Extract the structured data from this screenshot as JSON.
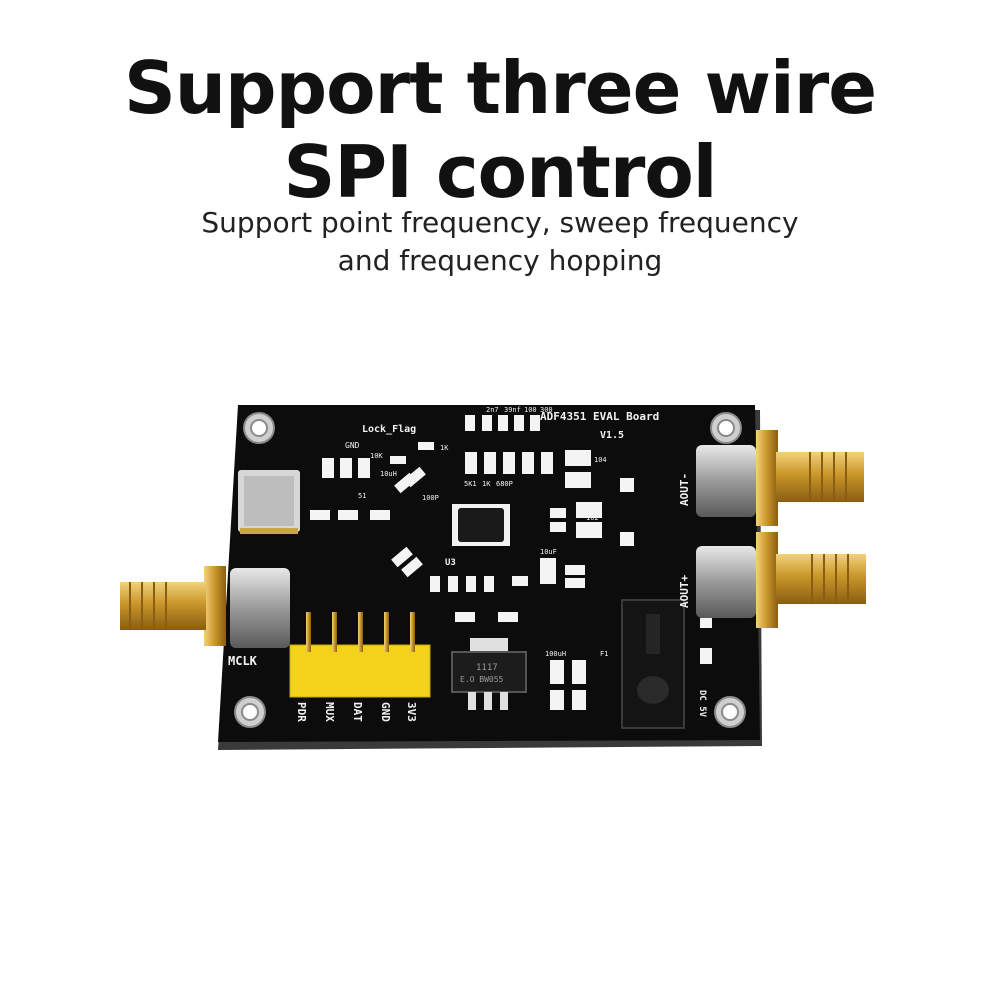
{
  "headline": {
    "line1": "Support three wire",
    "line2": "SPI control"
  },
  "subheadline": {
    "line1": "Support point frequency, sweep frequency",
    "line2": "and frequency hopping"
  },
  "board": {
    "name": "ADF4351 EVAL Board",
    "version": "V1.5",
    "lock_flag_label": "Lock_Flag",
    "gnd_label": "GND",
    "chip_label": "U3",
    "regulator_marking_1": "1117",
    "regulator_marking_2": "E.O BW055",
    "aout_minus_label": "AOUT-",
    "aout_plus_label": "AOUT+",
    "mclk_label": "MCLK",
    "dc_label": "DC 5V",
    "pin_labels": [
      "PDR",
      "MUX",
      "DAT",
      "GND",
      "3V3"
    ],
    "component_labels": [
      "10K",
      "1K",
      "10uH",
      "100P",
      "104",
      "102",
      "51",
      "5K1",
      "1K",
      "680P",
      "10uF",
      "100uH",
      "F1",
      "2n7",
      "39nf",
      "100",
      "300"
    ],
    "colors": {
      "pcb": "#0c0c0c",
      "gold": "#d4a62a",
      "header": "#f2d21a",
      "silkscreen": "#f2f2f2"
    }
  }
}
